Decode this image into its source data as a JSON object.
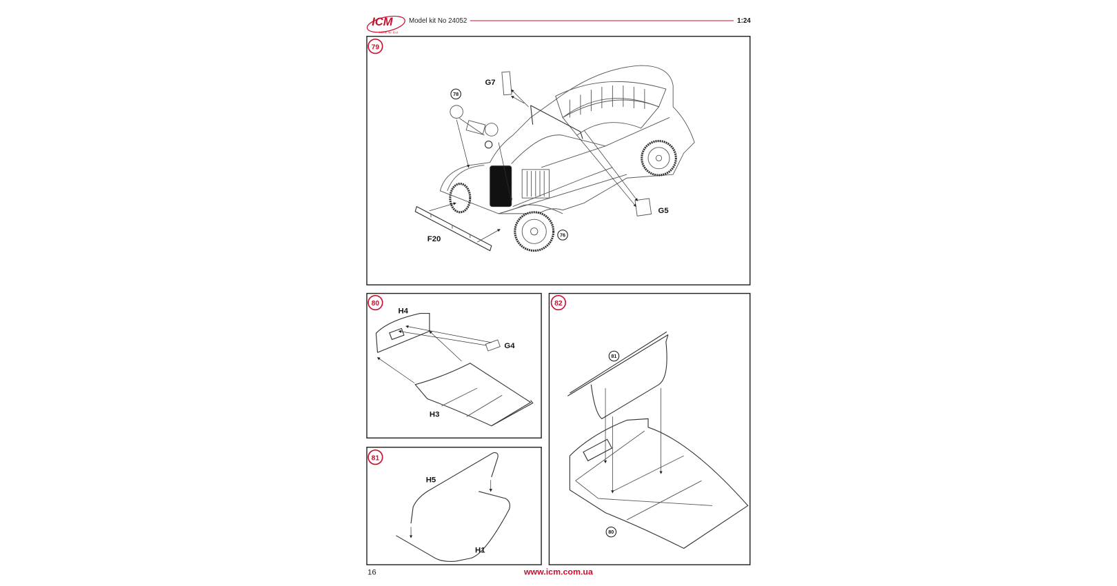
{
  "header": {
    "logo_text": "ICM",
    "logo_tagline": "Win in the End",
    "model_kit": "Model kit No 24052",
    "scale": "1:24",
    "accent_color": "#c8102e"
  },
  "steps": {
    "s79": {
      "number": "79",
      "labels": {
        "g7": "G7",
        "g5": "G5",
        "f20": "F20"
      },
      "refs": {
        "r78": "78",
        "r76": "76"
      }
    },
    "s80": {
      "number": "80",
      "labels": {
        "h4": "H4",
        "g4": "G4",
        "h3": "H3"
      }
    },
    "s81": {
      "number": "81",
      "labels": {
        "h5": "H5",
        "h1": "H1"
      }
    },
    "s82": {
      "number": "82",
      "refs": {
        "r81": "81",
        "r80": "80"
      }
    }
  },
  "footer": {
    "page_number": "16",
    "url": "www.icm.com.ua"
  }
}
